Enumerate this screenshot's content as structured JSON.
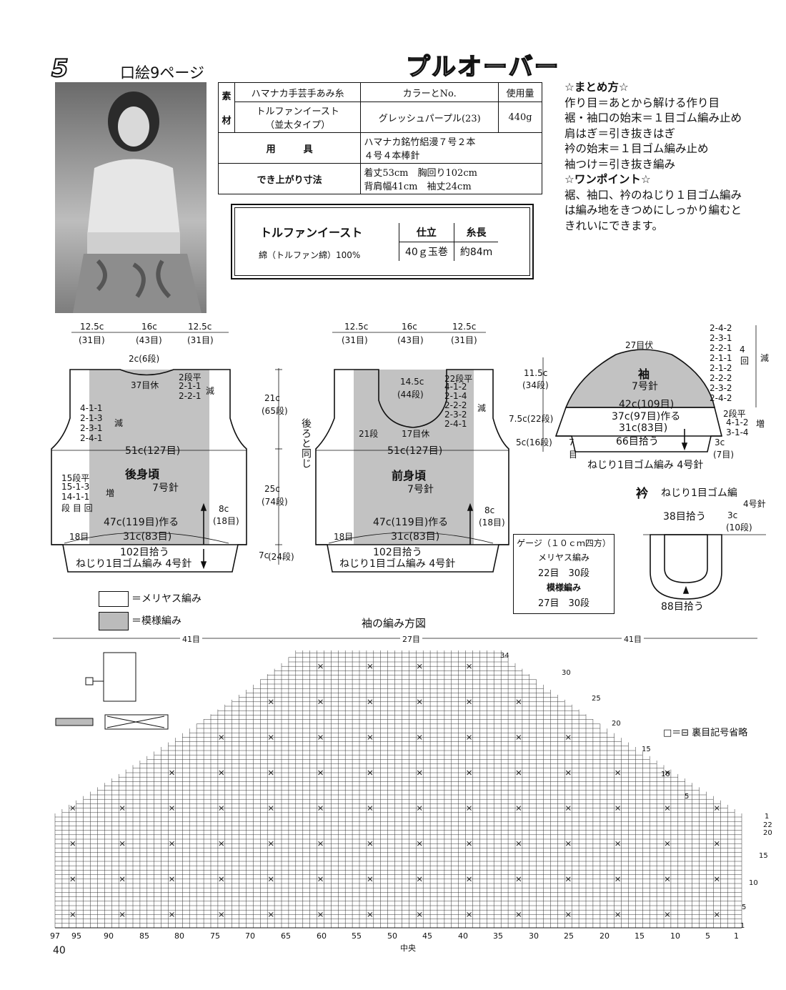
{
  "header": {
    "pattern_number": "5",
    "page_ref": "口絵9ページ",
    "title": "プルオーバー"
  },
  "materials": {
    "label_material": "素",
    "label_material2": "材",
    "col_yarn": "ハマナカ手芸手あみ糸",
    "col_color": "カラーとNo.",
    "col_amount": "使用量",
    "yarn_name": "トルファンイースト",
    "yarn_type": "（並太タイプ）",
    "color": "グレッシュパープル(23)",
    "amount": "440g",
    "tools_label": "用　　　具",
    "tools_1": "ハマナカ銘竹絽漫７号２本",
    "tools_2": "４号４本棒針",
    "size_label": "でき上がり寸法",
    "size_1": "着丈53cm　胸回り102cm",
    "size_2": "背肩幅41cm　袖丈24cm"
  },
  "yarn_box": {
    "name": "トルファンイースト",
    "composition": "綿（トルファン綿）100%",
    "col1": "仕立",
    "col2": "糸長",
    "val1": "40ｇ玉巻",
    "val2": "約84m"
  },
  "instructions": {
    "h1": "☆まとめ方☆",
    "l1": "作り目＝あとから解ける作り目",
    "l2": "裾・袖口の始末＝１目ゴム編み止め",
    "l3": "肩はぎ＝引き抜きはぎ",
    "l4": "衿の始末＝１目ゴム編み止め",
    "l5": "袖つけ＝引き抜き編み",
    "h2": "☆ワンポイント☆",
    "p1": "裾、袖口、衿のねじり１目ゴム編み",
    "p2": "は編み地をきつめにしっかり編むと",
    "p3": "きれいにできます。"
  },
  "back": {
    "top_dims": [
      "12.5c",
      "16c",
      "12.5c"
    ],
    "top_stitches": [
      "(31目)",
      "(43目)",
      "(31目)"
    ],
    "neck_depth": "2c(6段)",
    "neck_bind": "37目休",
    "neck_dec": [
      "2段平",
      "2-1-1",
      "2-2-1"
    ],
    "dec_label": "減",
    "arm_dec": [
      "4-1-1",
      "2-1-3",
      "2-3-1",
      "2-4-1"
    ],
    "width": "51c(127目)",
    "name": "後身頃",
    "needle": "7号針",
    "side_inc": [
      "15段平",
      "15-1-3",
      "14-1-1",
      "段 目 回"
    ],
    "inc_label": "増",
    "cast_on": "47c(119目)作る",
    "bottom": "31c(83目)",
    "side_st": "18目",
    "rib_h": "8c",
    "rib_st": "(18目)",
    "pickup": "102目拾う",
    "rib": "ねじり1目ゴム編み 4号針"
  },
  "mid_dims": {
    "h1": "21c",
    "h1s": "(65段)",
    "h2": "25c",
    "h2s": "(74段)",
    "h3": "7c",
    "h3s": "(24段)",
    "same": "後ろと同じ"
  },
  "front": {
    "top_dims": [
      "12.5c",
      "16c",
      "12.5c"
    ],
    "top_stitches": [
      "(31目)",
      "(43目)",
      "(31目)"
    ],
    "neck_h": "14.5c",
    "neck_hs": "(44段)",
    "neck_dec": [
      "22段平",
      "4-1-2",
      "2-1-4",
      "2-2-2",
      "2-3-2",
      "2-4-1"
    ],
    "dec_label": "減",
    "rows21": "21段",
    "hold": "17目休",
    "width": "51c(127目)",
    "name": "前身頃",
    "needle": "7号針",
    "cast_on": "47c(119目)作る",
    "bottom": "31c(83目)",
    "side_st": "18目",
    "rib_h": "8c",
    "rib_st": "(18目)",
    "pickup": "102目拾う",
    "rib": "ねじり1目ゴム編み 4号針"
  },
  "sleeve": {
    "top": "27目伏",
    "cap_h": "11.5c",
    "cap_hs": "(34段)",
    "mid_h": "7.5c(22段)",
    "low_h": "5c(16段)",
    "right_dec": [
      "2-4-2",
      "2-3-1",
      "2-2-1",
      "2-1-1",
      "2-1-2",
      "2-2-2",
      "2-3-2",
      "2-4-2"
    ],
    "dec_4": "4",
    "dec_kai": "回",
    "dec_label": "減",
    "name": "袖",
    "needle": "7号針",
    "w1": "42c(109目)",
    "w2": "37c(97目)作る",
    "w3": "31c(83目)",
    "inc": [
      "2段平",
      "4-1-2",
      "3-1-4"
    ],
    "inc_label": "増",
    "pickup": "66目拾う",
    "rib_w": "3c",
    "rib_ws": "(7目)",
    "left_r": "7",
    "left_r2": "目",
    "rib": "ねじり1目ゴム編み 4号針"
  },
  "collar": {
    "title_kanji": "衿",
    "title": "ねじり1目ゴム編",
    "needle": "4号針",
    "pick_top": "38目拾う",
    "h": "3c",
    "hs": "(10段)",
    "pick_bottom": "88目拾う"
  },
  "gauge": {
    "title": "ゲージ（１０ｃｍ四方）",
    "s1": "メリヤス編み",
    "v1": "22目　30段",
    "s2": "模様編み",
    "v2": "27目　30段"
  },
  "legend": {
    "plain": "＝メリヤス編み",
    "pattern": "＝模様編み",
    "purl_note": "□＝⊟ 裏目記号省略"
  },
  "chart": {
    "title": "袖の編み方図",
    "span_left": "41目",
    "span_mid": "27目",
    "span_right": "41目",
    "x_ticks": [
      "97",
      "95",
      "90",
      "85",
      "80",
      "75",
      "70",
      "65",
      "60",
      "55",
      "50",
      "45",
      "40",
      "35",
      "30",
      "25",
      "20",
      "15",
      "10",
      "5",
      "1"
    ],
    "center": "中央",
    "row_ticks": [
      "34",
      "30",
      "25",
      "20",
      "15",
      "10",
      "5",
      "1",
      "22",
      "20",
      "15",
      "10",
      "5",
      "1"
    ]
  },
  "footer": {
    "page": "40"
  }
}
